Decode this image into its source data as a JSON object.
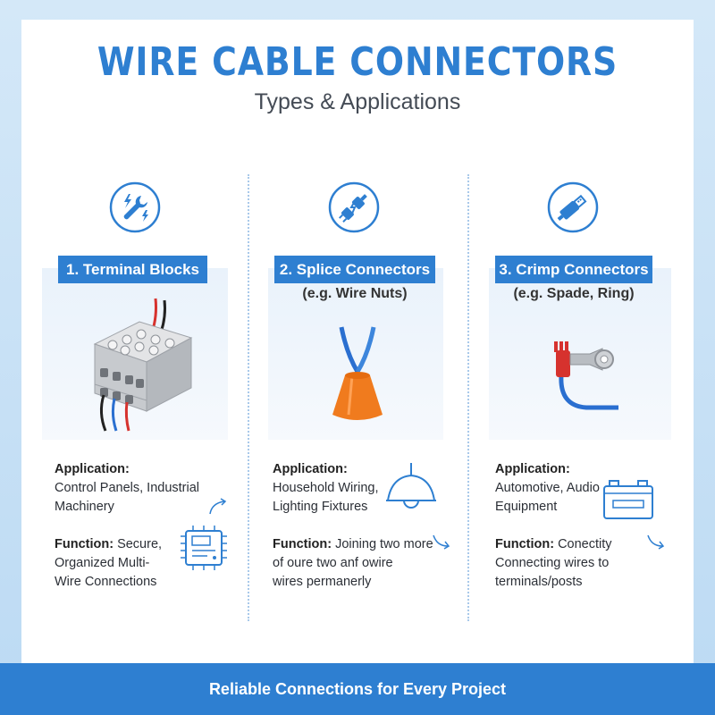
{
  "header": {
    "title": "WIRE CABLE CONNECTORS",
    "subtitle": "Types & Applications"
  },
  "columns": [
    {
      "icon": "wrench-lightning-icon",
      "label": "1. Terminal Blocks",
      "sublabel": "",
      "application_heading": "Application:",
      "application_text_1": "Control Panels, Industrial",
      "application_text_2": "Machinery",
      "function_heading": "Function:",
      "function_text_1": " Secure,",
      "function_text_2": "Organized Multi-",
      "function_text_3": "Wire Connections",
      "side_icon": "circuit-board-icon"
    },
    {
      "icon": "plug-icon",
      "label": "2. Splice Connectors",
      "sublabel": "(e.g. Wire Nuts)",
      "application_heading": "Application:",
      "application_text_1": "Household Wiring,",
      "application_text_2": "Lighting Fixtures",
      "function_heading": "Function:",
      "function_text_1": " Joining two more",
      "function_text_2": "of oure two anf owire",
      "function_text_3": "wires permanerly",
      "side_icon": "ceiling-lamp-icon"
    },
    {
      "icon": "usb-plug-icon",
      "label": "3. Crimp Connectors",
      "sublabel": "(e.g. Spade, Ring)",
      "application_heading": "Application:",
      "application_text_1": "Automotive, Audio",
      "application_text_2": "Equipment",
      "function_heading": "Function:",
      "function_text_1": "  Conectity",
      "function_text_2": "Connecting wires to",
      "function_text_3": "terminals/posts",
      "side_icon": "car-battery-icon"
    }
  ],
  "footer": {
    "tagline": "Reliable Connections for Every Project"
  },
  "colors": {
    "accent": "#2e7fd1",
    "background": "#c8e1f5",
    "wire_red": "#d6322e",
    "wire_blue": "#2a6fd0",
    "wire_nut_orange": "#f07b1e"
  }
}
